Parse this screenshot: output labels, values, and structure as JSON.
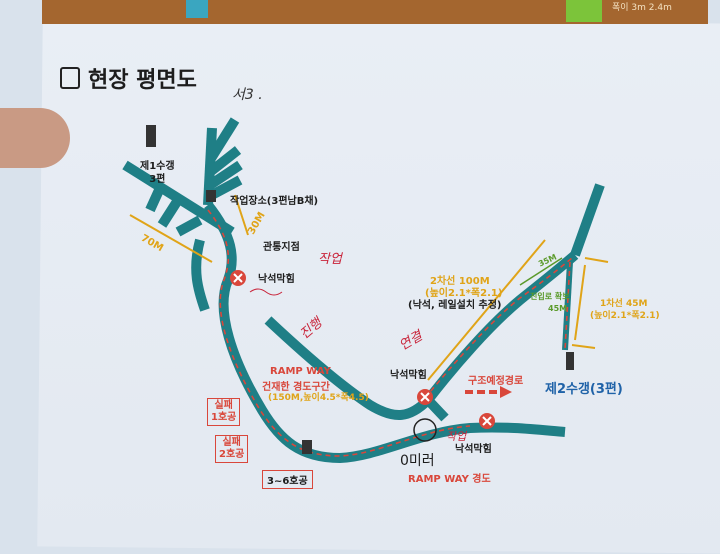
{
  "header_strip": {
    "note": "폭이 3m 2.4m"
  },
  "title": "현장 평면도",
  "handwritten_title_note": "서3 .",
  "labels": {
    "shaft1": "제1수갱\n3편",
    "shaft1_line1": "제1수갱",
    "shaft1_line2": "3편",
    "work_site": "작업장소(3편남B채)",
    "dist_30": "30M",
    "dist_70": "70M",
    "breakthrough": "관통지점",
    "rockfall_1": "낙석막힘",
    "lane2_title": "2차선 100M",
    "lane2_dims": "(높이2.1*폭2.1)",
    "lane2_note": "(낙석, 레일설치 추정)",
    "dist_35": "35M",
    "access_secured": "진입로 확보",
    "dist_45": "45M",
    "lane1_title": "1차선 45M",
    "lane1_dims": "(높이2.1*폭2.1)",
    "shaft2": "제2수갱(3편)",
    "rescue_route": "구조예정경로",
    "rockfall_2": "낙석막힘",
    "rockfall_3": "낙석막힘",
    "ramp_title": "RAMP WAY",
    "ramp_sub": "건재한 경도구간",
    "ramp_dims": "(150M,높이4.5*폭4.5)",
    "fail1": "실패\n1호공",
    "fail1_a": "실패",
    "fail1_b": "1호공",
    "fail2_a": "실패",
    "fail2_b": "2호공",
    "holes_3_6": "3~6호공",
    "ramp_way_bottom": "RAMP WAY 경도"
  },
  "handwritten": {
    "work": "작업",
    "progress": "진행",
    "connect": "연결",
    "work2": "작업",
    "blocked": "0미러"
  },
  "colors": {
    "tunnel": "#1f7f86",
    "dimension": "#e0a418",
    "route": "#d9473b",
    "brown_strip": "#a4662f"
  }
}
